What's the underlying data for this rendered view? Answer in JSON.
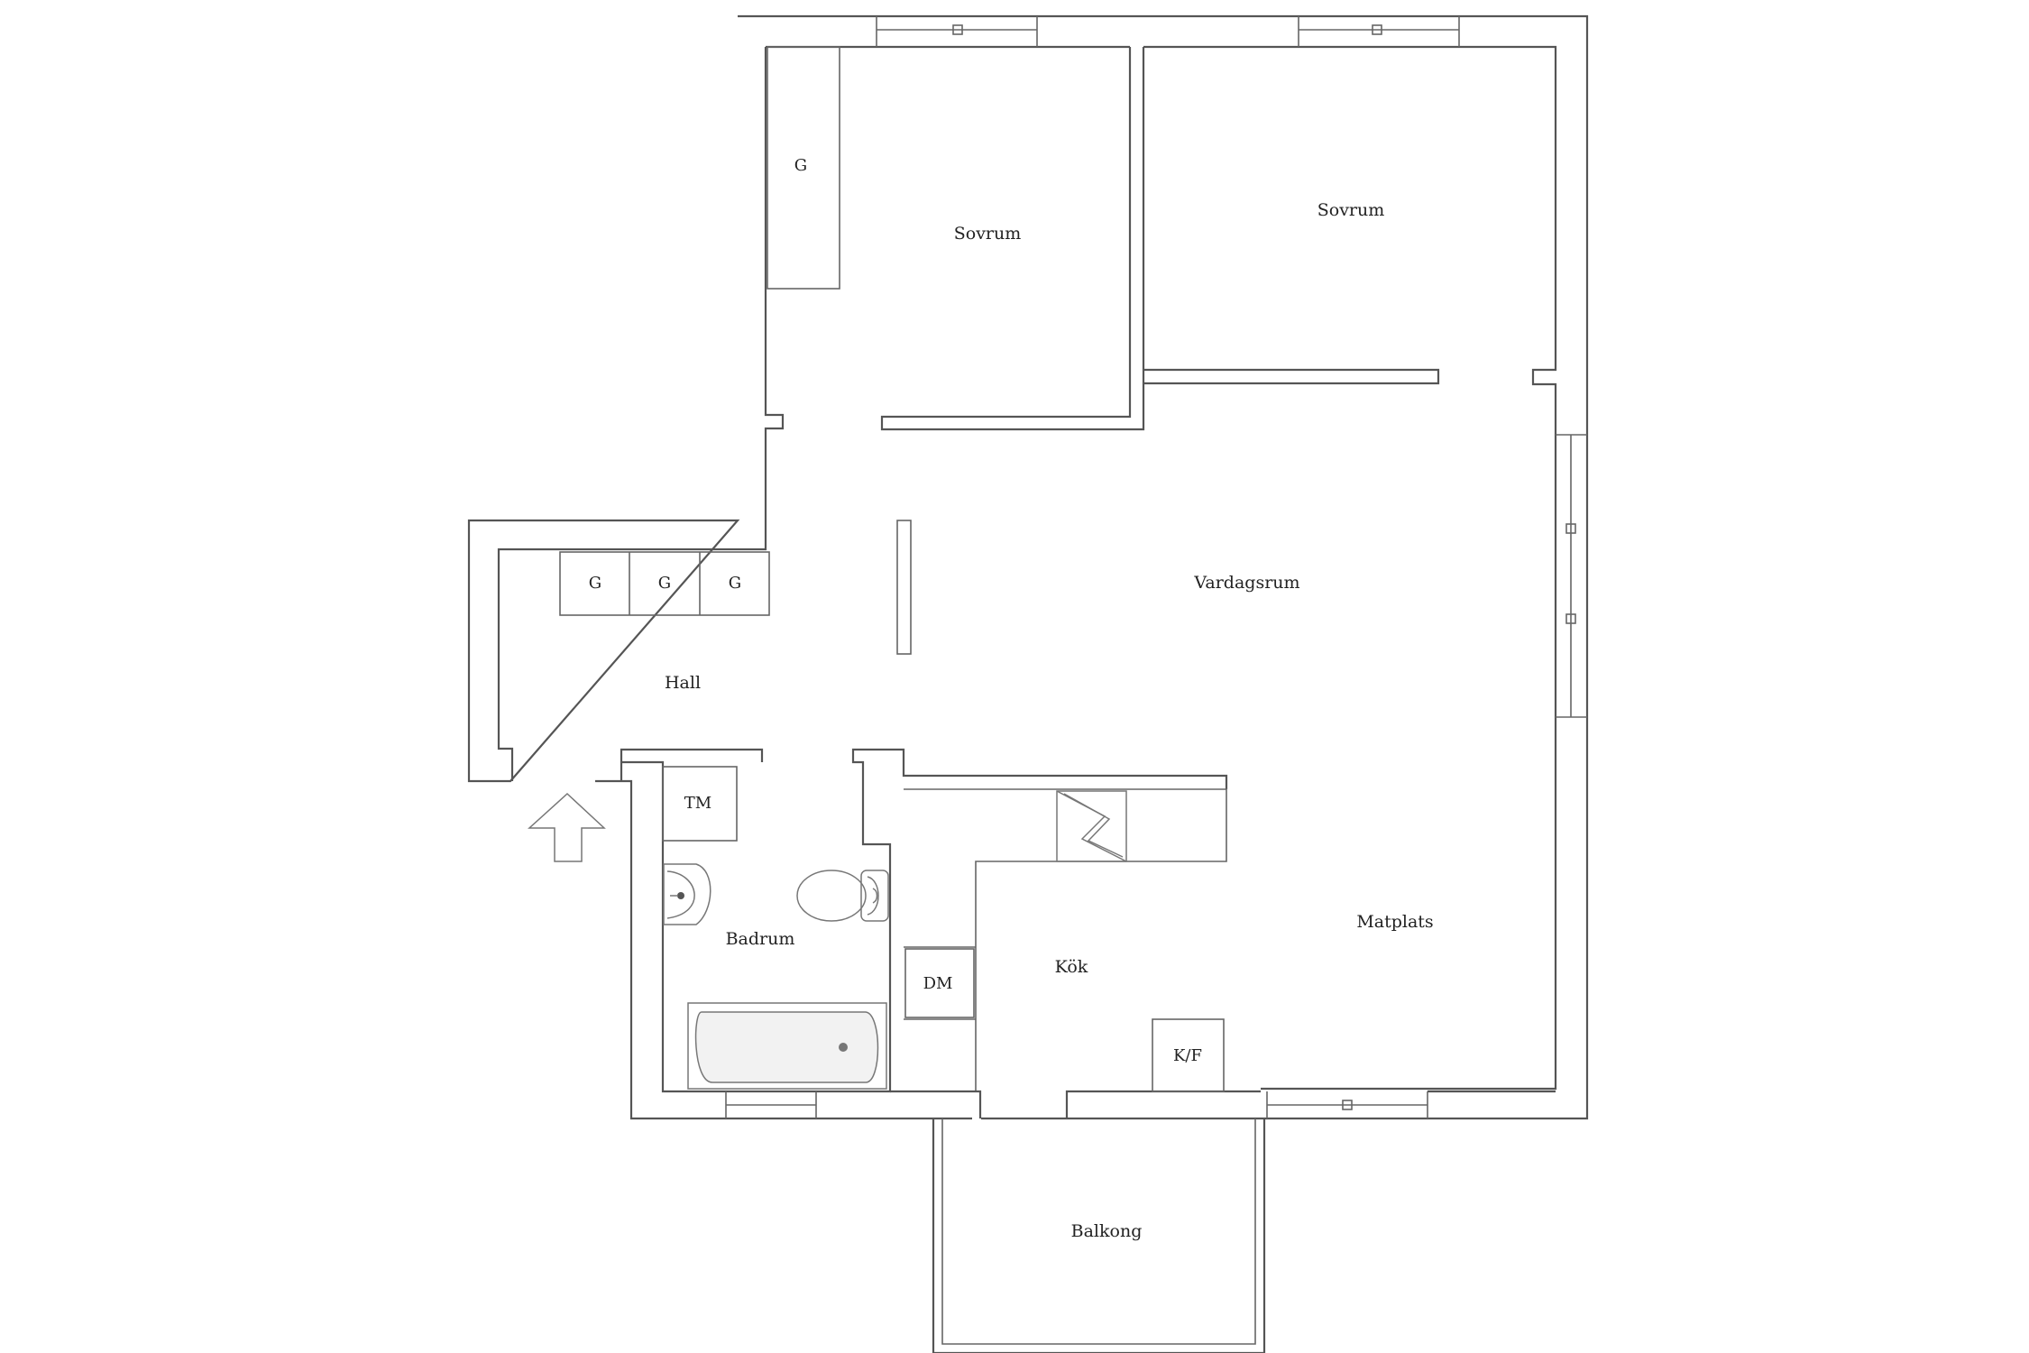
{
  "rooms": {
    "bedroom_1": "Sovrum",
    "bedroom_2": "Sovrum",
    "living_room": "Vardagsrum",
    "hall": "Hall",
    "bathroom": "Badrum",
    "kitchen": "Kök",
    "dining": "Matplats",
    "balcony": "Balkong"
  },
  "fixtures": {
    "wardrobe_bedroom": "G",
    "wardrobe_hall_1": "G",
    "wardrobe_hall_2": "G",
    "wardrobe_hall_3": "G",
    "washing_machine": "TM",
    "dishwasher": "DM",
    "fridge_freezer": "K/F"
  },
  "icons": {
    "entrance": "entrance-arrow-icon",
    "stove": "stove-icon",
    "sink": "sink-icon",
    "toilet": "toilet-icon",
    "bathtub": "bathtub-icon"
  },
  "colors": {
    "wall": "#555555",
    "background": "#ffffff",
    "text": "#222222"
  }
}
